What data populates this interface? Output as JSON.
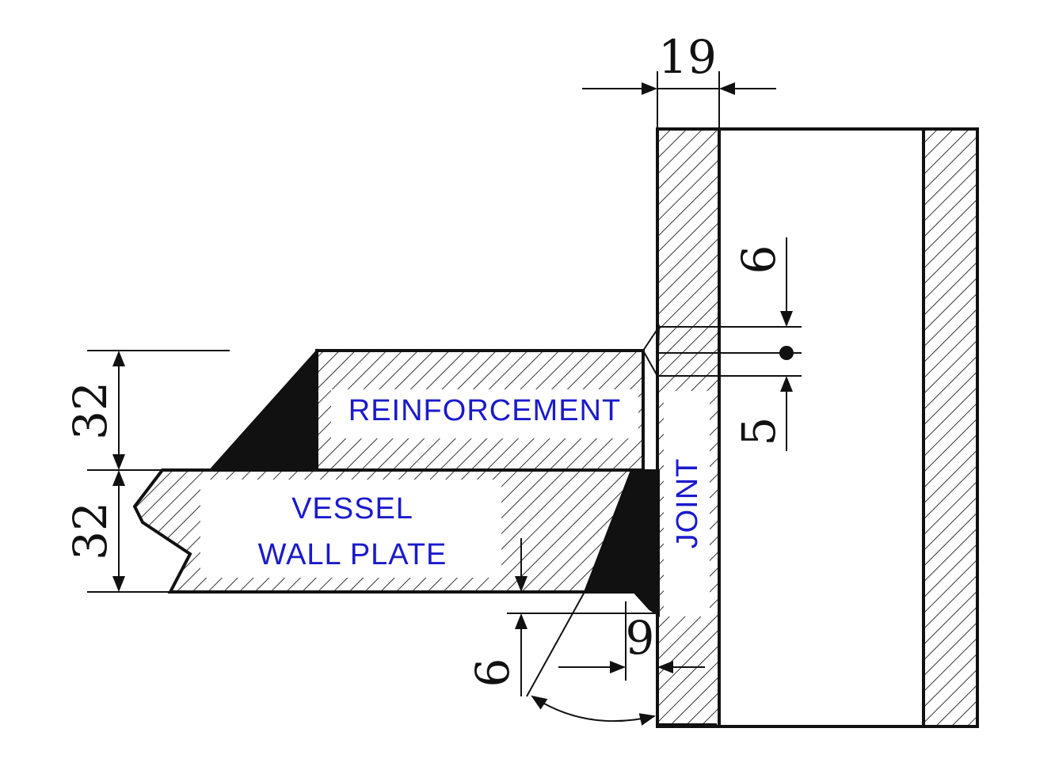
{
  "dimensions": {
    "top_width": "19",
    "reinforcement_thickness": "32",
    "wall_thickness": "32",
    "upper_gap": "6",
    "lower_gap": "5",
    "bottom_height": "6",
    "bottom_gap": "9"
  },
  "labels": {
    "reinforcement": "REINFORCEMENT",
    "vessel_line1": "VESSEL",
    "vessel_line2": "WALL PLATE",
    "joint": "JOINT"
  },
  "colors": {
    "label": "#1a1acc",
    "line": "#111111"
  }
}
